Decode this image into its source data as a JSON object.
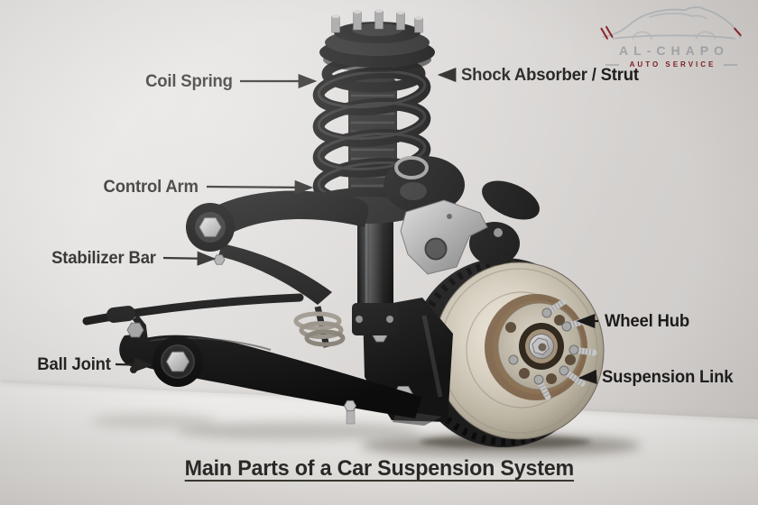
{
  "logo": {
    "name": "AL-CHAPO",
    "tagline": "AUTO SERVICE",
    "icon": "car-silhouette-icon",
    "accent_color": "#7e1d22",
    "gray_color": "#a2a6a9"
  },
  "title": {
    "text": "Main Parts of a Car Suspension System"
  },
  "labels": [
    {
      "text": "Coil Spring",
      "arrow": "right"
    },
    {
      "text": "Shock Absorber / Strut",
      "arrow": "left"
    },
    {
      "text": "Control Arm",
      "arrow": "right"
    },
    {
      "text": "Stabilizer Bar",
      "arrow": "right"
    },
    {
      "text": "Ball Joint",
      "arrow": "right"
    },
    {
      "text": "Wheel Hub",
      "arrow": "left"
    },
    {
      "text": "Suspension Link",
      "arrow": "left"
    }
  ],
  "colors": {
    "label_text": "#1d1b1a",
    "title_text": "#292725",
    "arrow": "#1b1918",
    "wall": "#d8d5d3",
    "floor": "#edecea"
  }
}
